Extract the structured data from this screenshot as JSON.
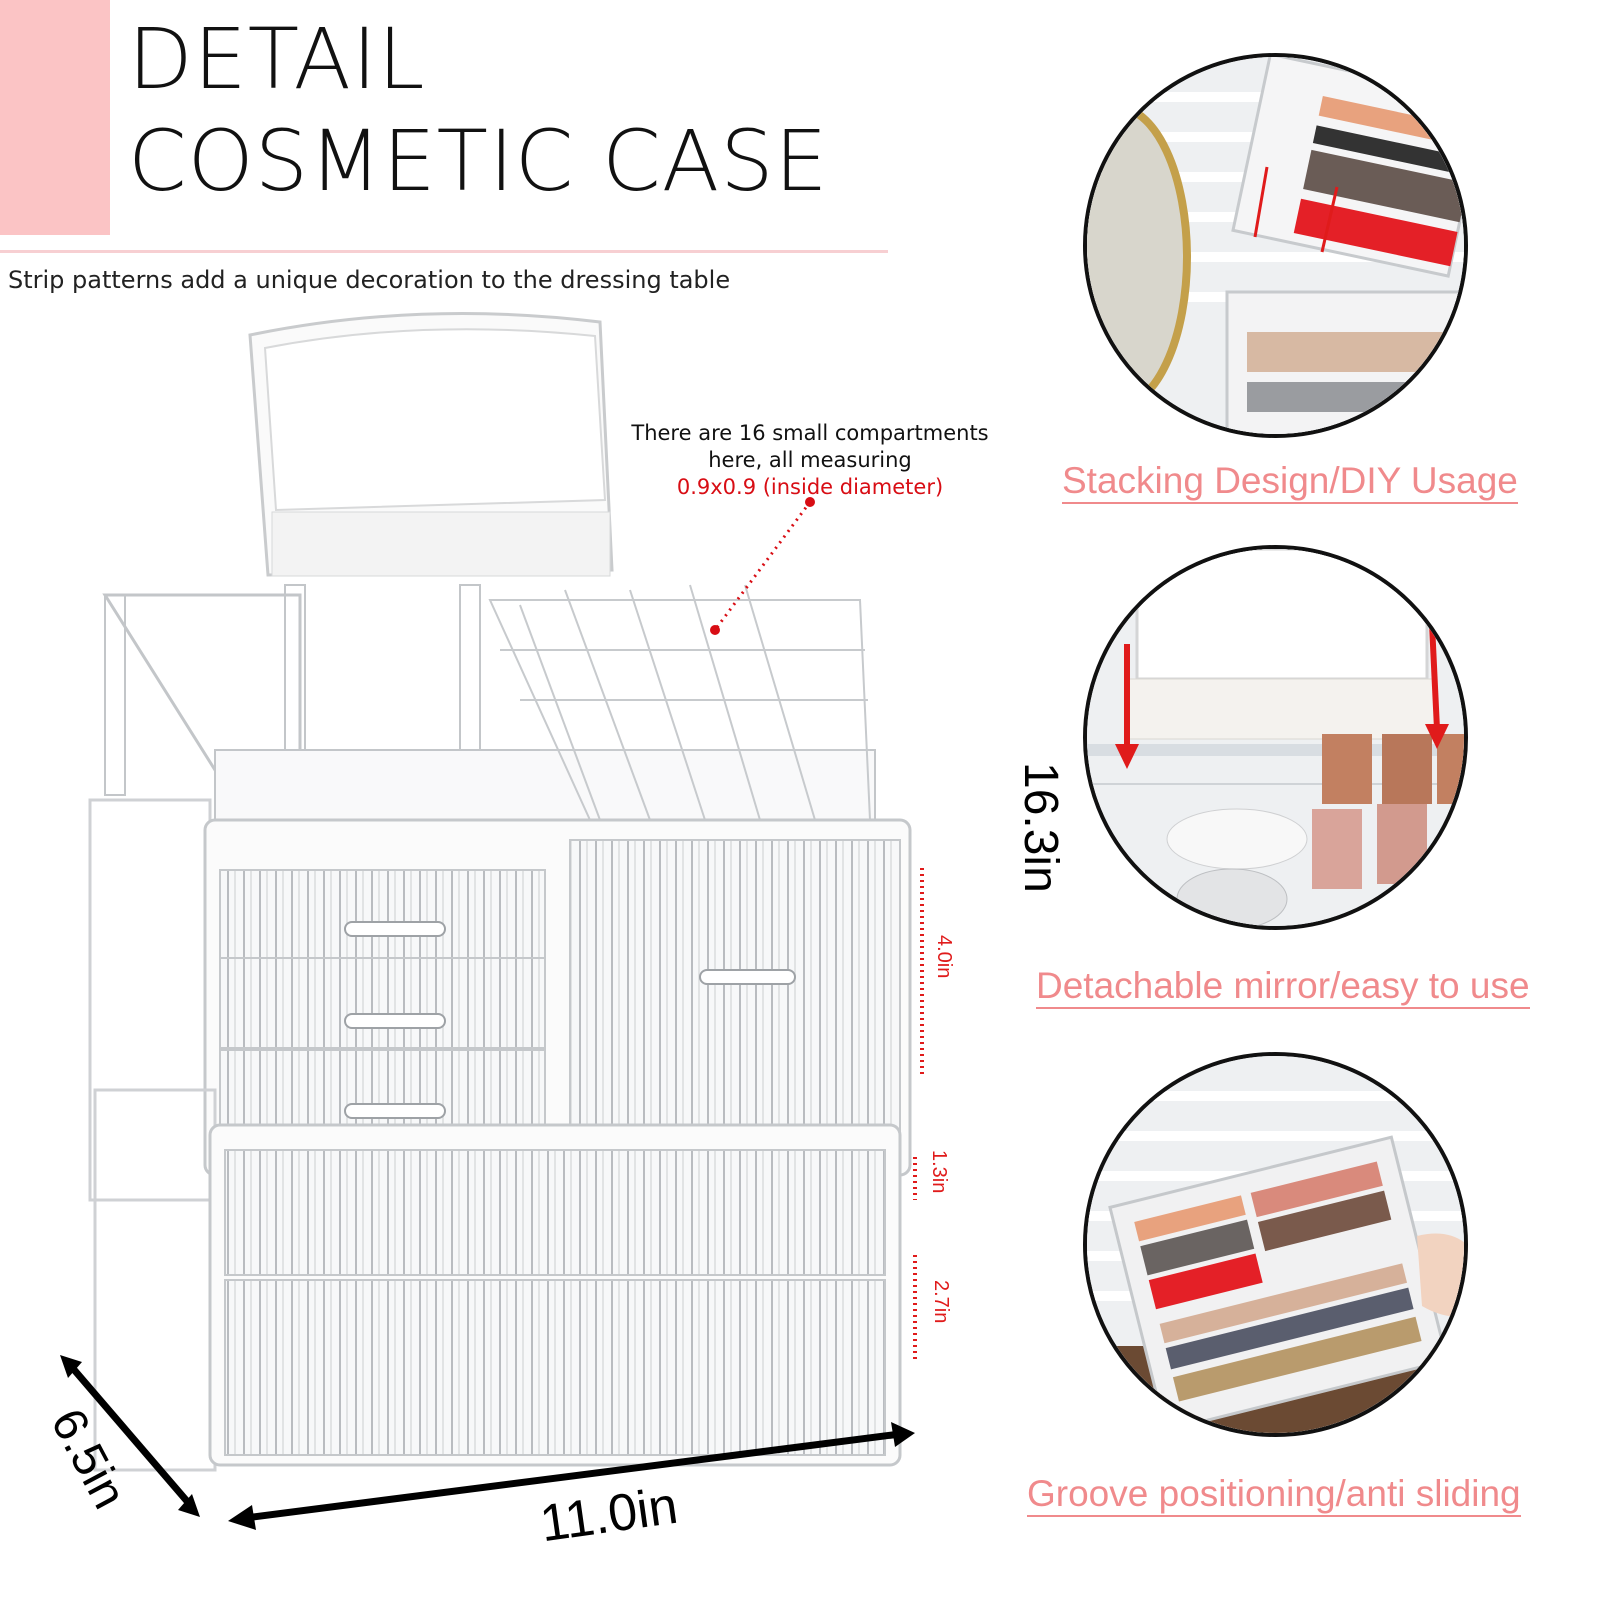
{
  "header": {
    "title_line1": "DETAIL",
    "title_line2": "COSMETIC CASE",
    "subtitle": "Strip patterns add a unique decoration to the dressing table",
    "accent_color": "#fbc4c5",
    "divider_color": "#f7cfd2"
  },
  "callout": {
    "line1": "There are 16 small compartments",
    "line2": "here, all measuring",
    "line3": "0.9x0.9 (inside diameter)",
    "highlight_color": "#d80d14"
  },
  "dimensions": {
    "height": "16.3in",
    "width": "11.0in",
    "depth": "6.5in",
    "upper_drawers": "4.0in",
    "middle_drawer": "1.3in",
    "bottom_drawer": "2.7in"
  },
  "features": [
    {
      "label": "Stacking Design/DIY Usage",
      "icon": "stacking-photo"
    },
    {
      "label": "Detachable mirror/easy to use",
      "icon": "mirror-photo"
    },
    {
      "label": "Groove positioning/anti sliding",
      "icon": "groove-photo"
    }
  ],
  "colors": {
    "feature_label": "#f08a8c",
    "dimension_red": "#e01b1b"
  }
}
